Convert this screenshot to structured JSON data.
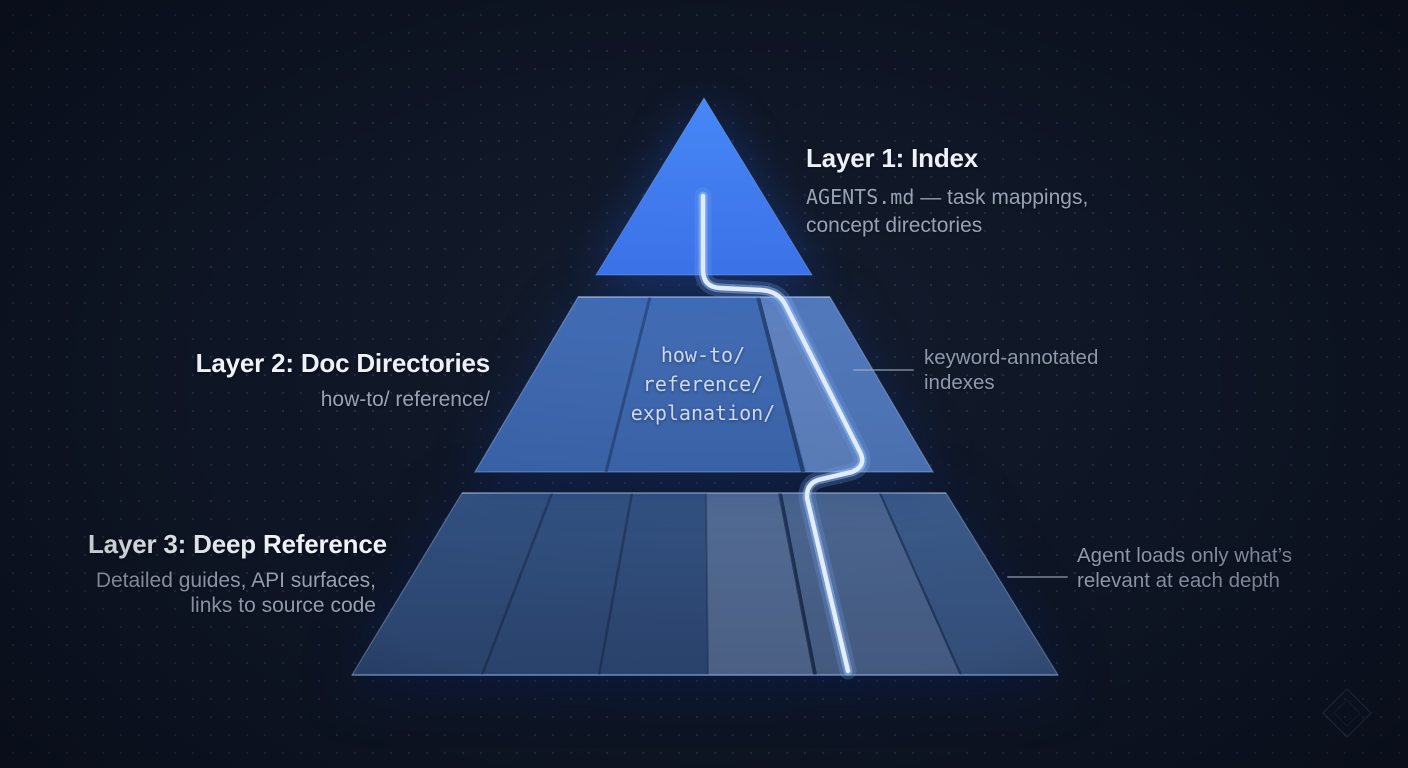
{
  "diagram": {
    "kind": "three-layer documentation pyramid with agent traversal path",
    "colors": {
      "background": "#0e1524",
      "dot_grid": "#2a3550",
      "layer1_fill": "#3d7cf0",
      "layer2_fill": "#3b64ab",
      "layer3_fill": "#2d4672",
      "highlight_band": "#8f9db6",
      "glow_line_core": "#e3effe",
      "title_text": "#eef2f9",
      "muted_text": "#98a2b5",
      "mono_text": "#cfdbee"
    }
  },
  "layer1": {
    "title": "Layer 1: Index",
    "code": "AGENTS.md",
    "desc_rest": " — task mappings,",
    "desc_line2": "concept directories"
  },
  "layer2": {
    "title": "Layer 2: Doc Directories",
    "subtitle": "how-to/ reference/"
  },
  "layer3": {
    "title": "Layer 3: Deep Reference",
    "desc_line1": "Detailed guides, API surfaces,",
    "desc_line2": "links to source code"
  },
  "pyramid_center_label": {
    "line1": "how-to/",
    "line2": "reference/",
    "line3": "explanation/"
  },
  "annotations": {
    "middle": {
      "line1": "keyword-annotated",
      "line2": "indexes"
    },
    "bottom": {
      "line1": "Agent loads only what’s",
      "line2": "relevant at each depth"
    }
  }
}
